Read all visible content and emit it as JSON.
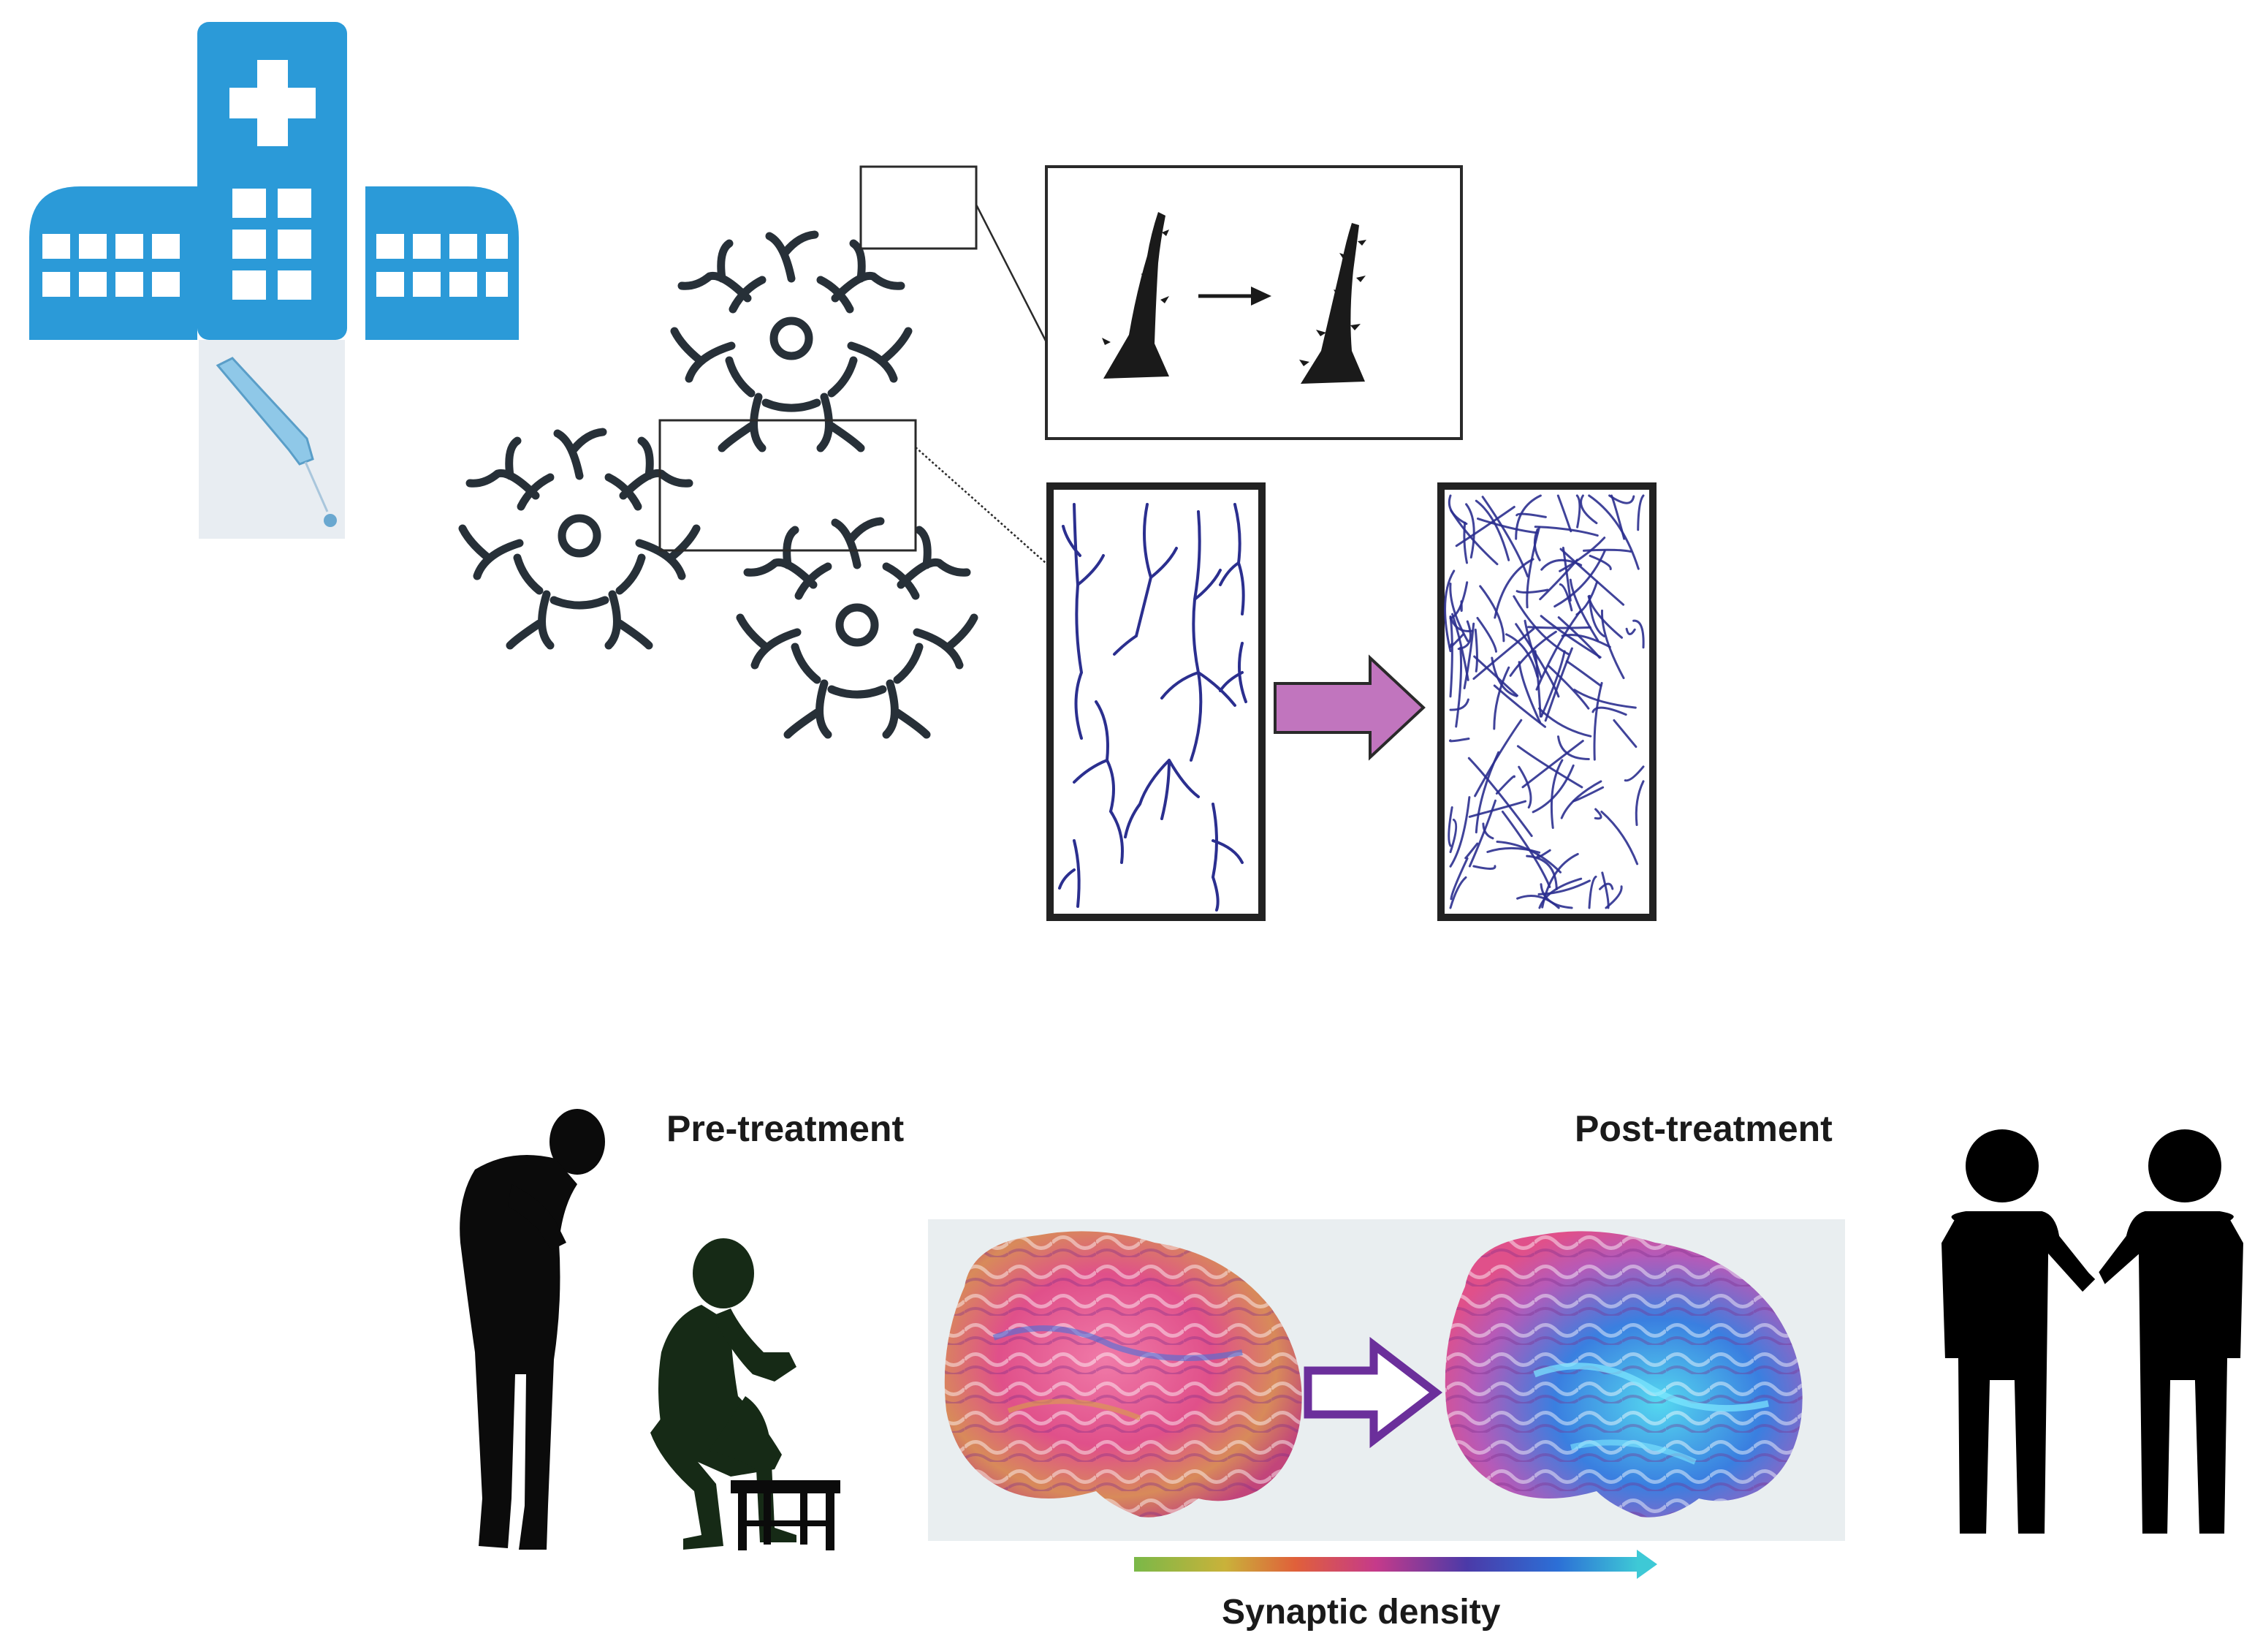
{
  "labels": {
    "pre_treatment": "Pre-treatment",
    "post_treatment": "Post-treatment",
    "synaptic_density": "Synaptic density"
  },
  "icons": [
    "hospital-icon",
    "iv-drip-icon",
    "neuron-icon",
    "dendrite-spine-icon",
    "arrow-right-icon",
    "person-bowing-icon",
    "person-sitting-icon",
    "brain-icon",
    "handshake-icon"
  ],
  "colors": {
    "hospital_blue": "#2b9ad8",
    "neuron_stroke": "#273038",
    "dendrite_blue": "#2b2f8f",
    "pink_arrow": "#c175be",
    "purple_arrow": "#6b2f9b",
    "silhouette": "#0b0b0b",
    "silhouette_green": "#162a16",
    "brain_pink": "#e0508a",
    "brain_blue": "#3a7fe0",
    "gradient": [
      "#7ab848",
      "#c9b23a",
      "#e0603a",
      "#c53a8a",
      "#4b3aa8",
      "#2c6fd6",
      "#3ec9d6"
    ]
  }
}
